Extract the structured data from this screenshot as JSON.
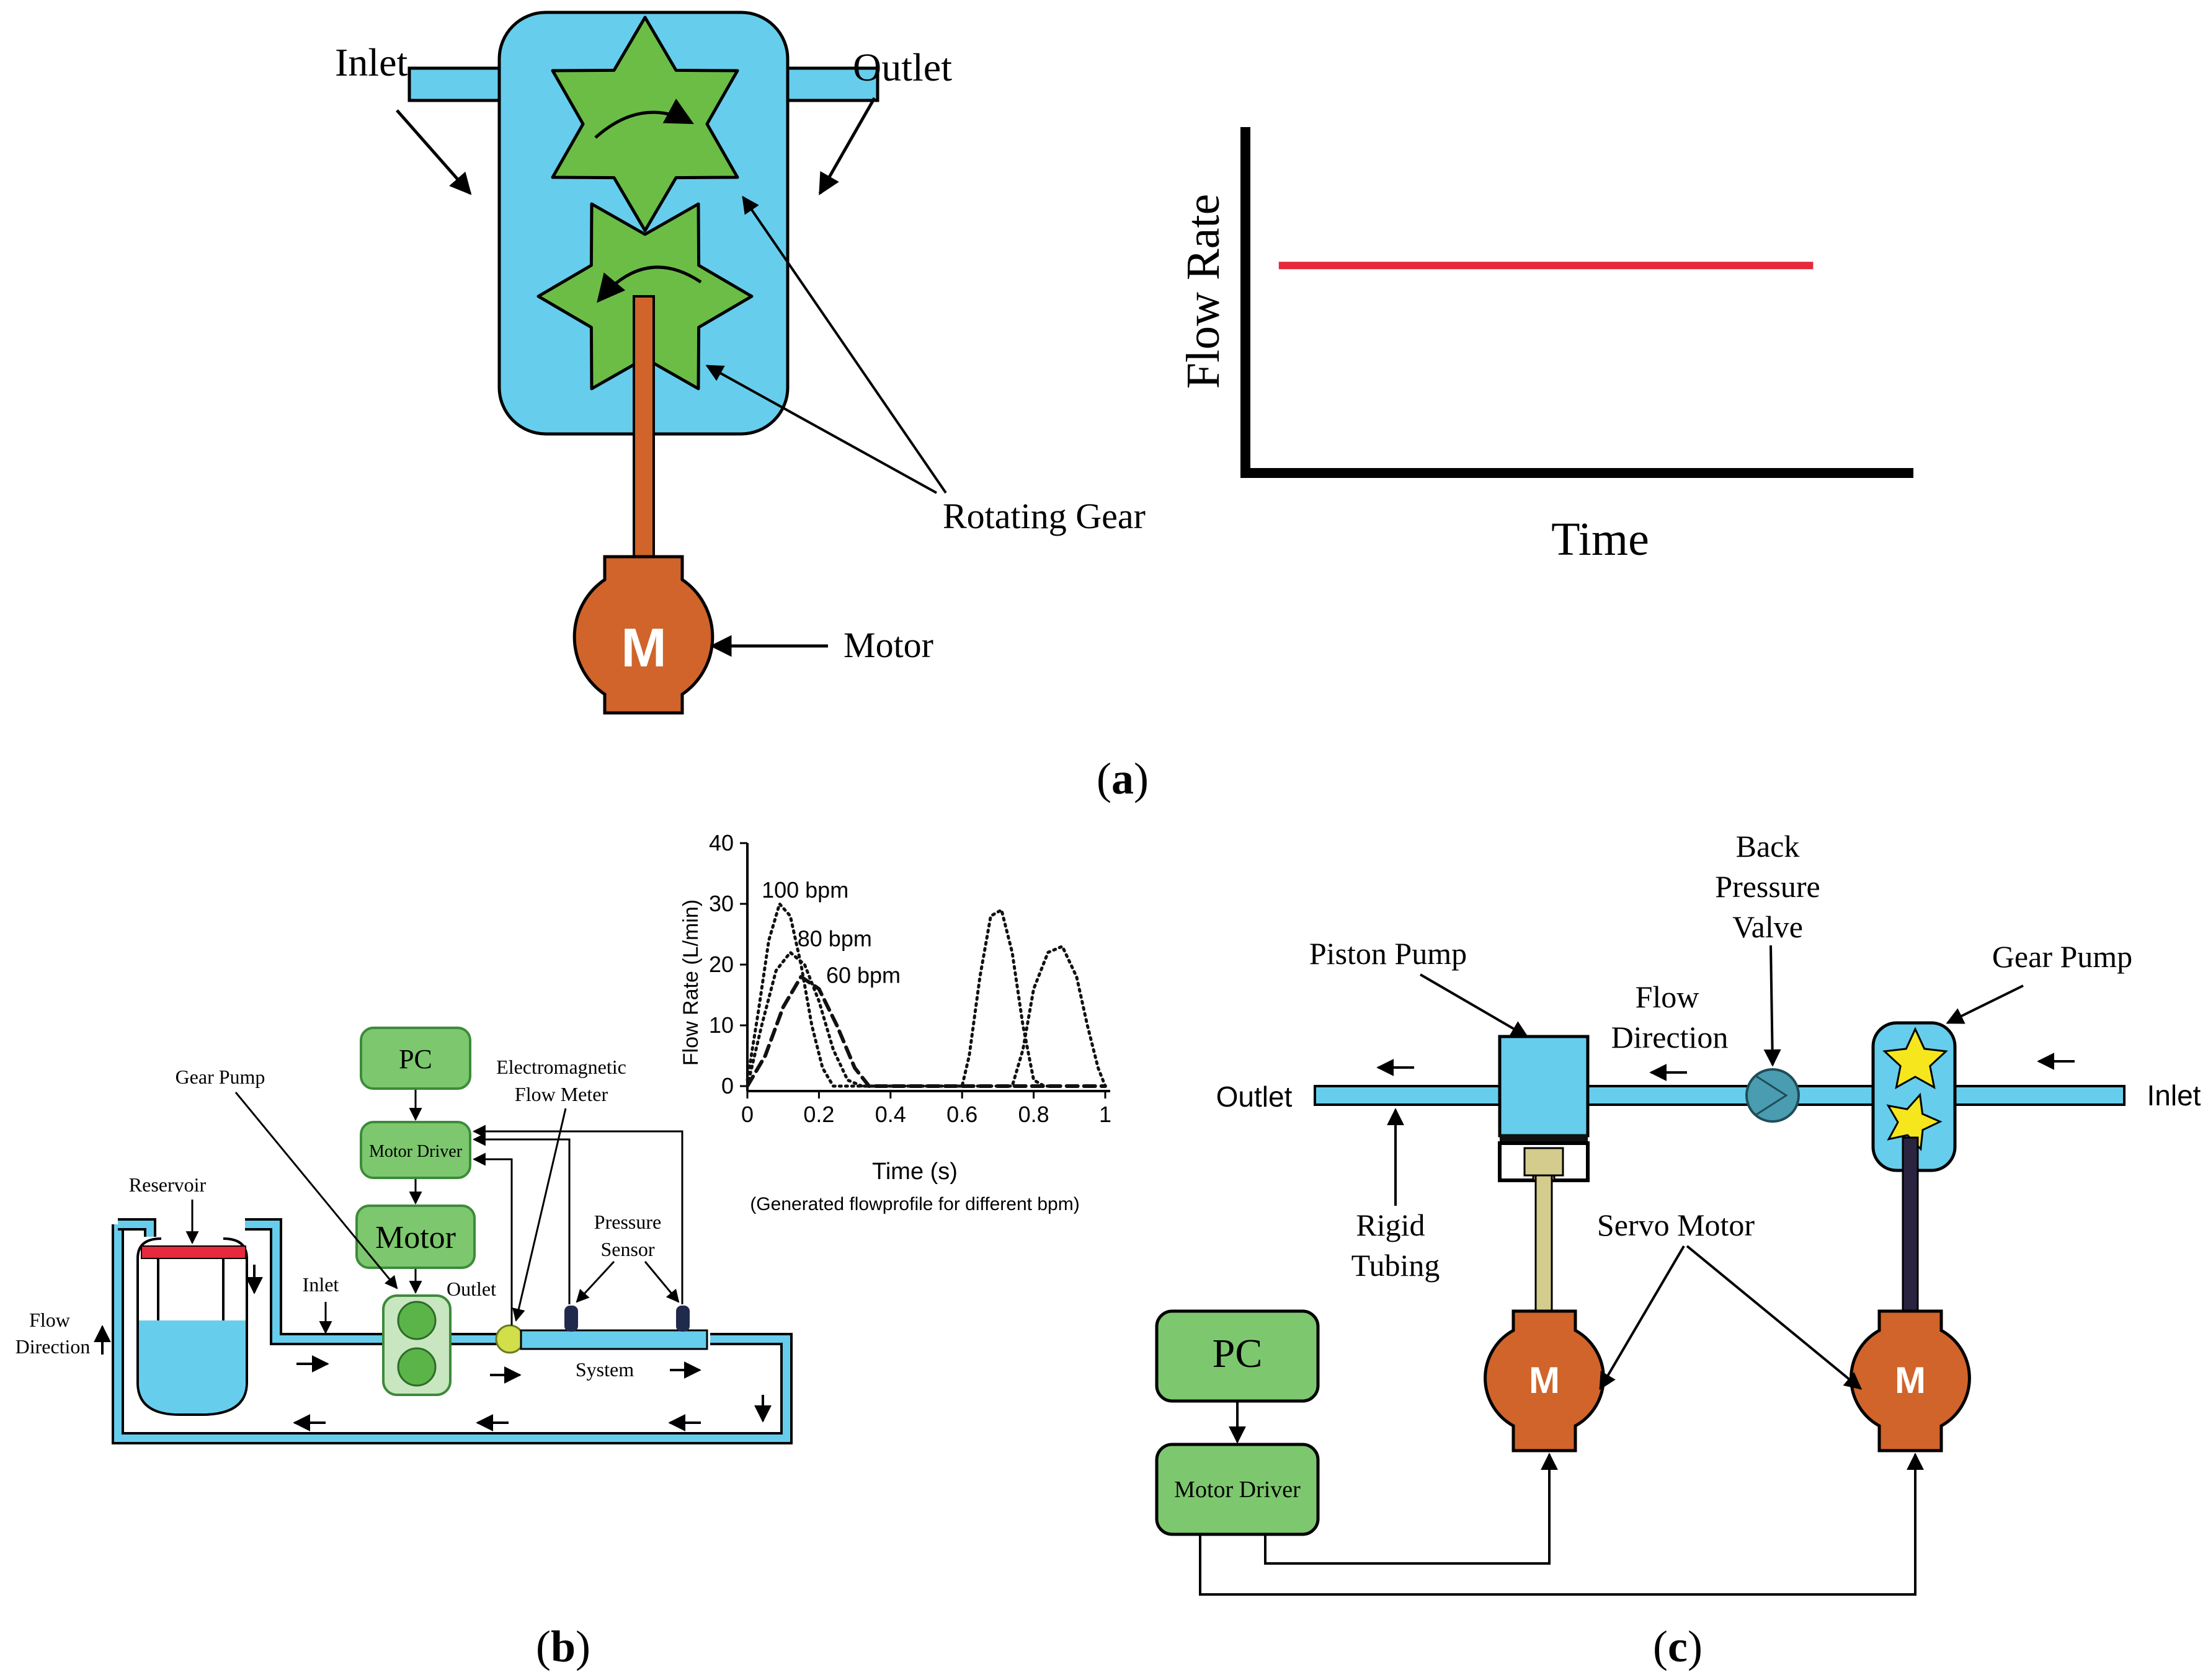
{
  "panel_a": {
    "caption": "(a)",
    "caption_letter": "a",
    "labels": {
      "inlet": "Inlet",
      "outlet": "Outlet",
      "rotating_gear": "Rotating Gear",
      "motor": "Motor",
      "motor_symbol": "M"
    },
    "chart_data": {
      "type": "line",
      "xlabel": "Time",
      "ylabel": "Flow Rate",
      "series": [
        {
          "x": [
            0.05,
            0.85
          ],
          "y": [
            0.6,
            0.6
          ],
          "color": "#e8283c"
        }
      ],
      "xlim": [
        0,
        1
      ],
      "ylim": [
        0,
        1
      ],
      "ticks": "none",
      "grid": false
    }
  },
  "panel_b": {
    "caption": "(b)",
    "caption_letter": "b",
    "labels": {
      "pc": "PC",
      "motor_driver": "Motor Driver",
      "motor": "Motor",
      "gear_pump": "Gear Pump",
      "electromagnetic_flow_meter_l1": "Electromagnetic",
      "electromagnetic_flow_meter_l2": "Flow Meter",
      "reservoir": "Reservoir",
      "inlet": "Inlet",
      "outlet": "Outlet",
      "pressure_sensor_l1": "Pressure",
      "pressure_sensor_l2": "Sensor",
      "system": "System",
      "flow_direction_l1": "Flow",
      "flow_direction_l2": "Direction"
    },
    "chart_data": {
      "type": "line",
      "xlabel": "Time (s)",
      "ylabel": "Flow Rate (L/min)",
      "caption": "(Generated flowprofile for different bpm)",
      "xlim": [
        0,
        1
      ],
      "ylim": [
        0,
        40
      ],
      "xticks": [
        0,
        0.2,
        0.4,
        0.6,
        0.8,
        1
      ],
      "xtick_labels": [
        "0",
        "0.2",
        "0.4",
        "0.6",
        "0.8",
        "1"
      ],
      "yticks": [
        0,
        10,
        20,
        30,
        40
      ],
      "ytick_labels": [
        "0",
        "10",
        "20",
        "30",
        "40"
      ],
      "series": [
        {
          "name": "100 bpm",
          "style": "dotted",
          "x": [
            0,
            0.03,
            0.06,
            0.09,
            0.12,
            0.15,
            0.18,
            0.21,
            0.24,
            0.26,
            0.3,
            0.6,
            0.62,
            0.65,
            0.68,
            0.71,
            0.74,
            0.77,
            0.8,
            0.83,
            0.86
          ],
          "y": [
            1,
            12,
            24,
            30,
            28,
            20,
            10,
            3,
            0,
            0,
            0,
            0,
            5,
            18,
            28,
            29,
            22,
            10,
            1,
            0,
            0
          ]
        },
        {
          "name": "80 bpm",
          "style": "dotted",
          "x": [
            0,
            0.04,
            0.08,
            0.12,
            0.16,
            0.2,
            0.24,
            0.28,
            0.32,
            0.5,
            0.74,
            0.77,
            0.8,
            0.84,
            0.88,
            0.92,
            0.95,
            0.98,
            1
          ],
          "y": [
            0,
            10,
            19,
            22,
            20,
            14,
            6,
            1,
            0,
            0,
            0,
            6,
            16,
            22,
            23,
            18,
            10,
            3,
            0
          ]
        },
        {
          "name": "60 bpm",
          "style": "dashed",
          "x": [
            0,
            0.05,
            0.1,
            0.15,
            0.2,
            0.25,
            0.3,
            0.34,
            0.5,
            0.7,
            0.85,
            1
          ],
          "y": [
            0,
            5,
            13,
            18,
            16,
            10,
            3,
            0,
            0,
            0,
            0,
            0
          ]
        }
      ],
      "annotations": [
        {
          "text": "100 bpm",
          "x": 0.04,
          "y": 31
        },
        {
          "text": "80 bpm",
          "x": 0.14,
          "y": 23
        },
        {
          "text": "60 bpm",
          "x": 0.22,
          "y": 17
        }
      ]
    }
  },
  "panel_c": {
    "caption": "(c)",
    "caption_letter": "c",
    "labels": {
      "back_l1": "Back",
      "back_l2": "Pressure",
      "back_l3": "Valve",
      "piston_pump": "Piston Pump",
      "flow_l1": "Flow",
      "flow_l2": "Direction",
      "gear_pump": "Gear Pump",
      "outlet": "Outlet",
      "inlet": "Inlet",
      "rigid_l1": "Rigid",
      "rigid_l2": "Tubing",
      "servo_motor": "Servo Motor",
      "pc": "PC",
      "motor_driver": "Motor Driver",
      "motor_symbol": "M"
    }
  },
  "colors": {
    "fluid_blue": "#67cdec",
    "gear_green": "#6cbd45",
    "motor_orange": "#d0642a",
    "box_green": "#7dc86e",
    "box_green_border": "#3d8a3a",
    "flow_red": "#e8283c",
    "valve_teal": "#4a9cb0",
    "sensor_navy": "#1f2a4d",
    "meter_yellow": "#d0df4a",
    "star_yellow": "#f5e61e",
    "shaft_khaki": "#d4cc8c"
  }
}
